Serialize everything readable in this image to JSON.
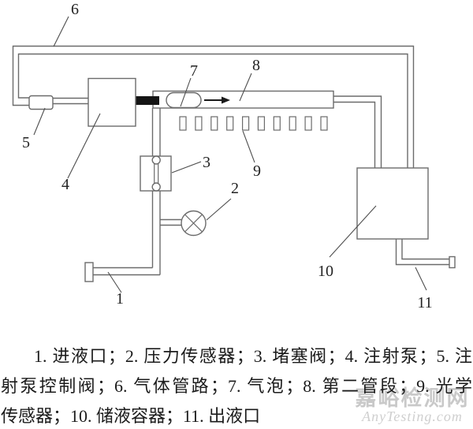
{
  "figure": {
    "labels": [
      "1",
      "2",
      "3",
      "4",
      "5",
      "6",
      "7",
      "8",
      "9",
      "10",
      "11"
    ],
    "colors": {
      "line": "#6b6b6b",
      "label_text": "#222222",
      "plunger_black": "#151515",
      "arrow": "#1a1a1a",
      "background": "#ffffff"
    }
  },
  "caption": {
    "line1": "1. 进液口；2. 压力传感器；3. 堵塞阀；4. 注射泵；5. 注",
    "line2": "射泵控制阀；6. 气体管路；7. 气泡；8. 第二管段；9. 光学",
    "line3": "传感器；10. 储液容器；11. 出液口"
  },
  "legend": [
    {
      "num": "1",
      "name": "进液口"
    },
    {
      "num": "2",
      "name": "压力传感器"
    },
    {
      "num": "3",
      "name": "堵塞阀"
    },
    {
      "num": "4",
      "name": "注射泵"
    },
    {
      "num": "5",
      "name": "注射泵控制阀"
    },
    {
      "num": "6",
      "name": "气体管路"
    },
    {
      "num": "7",
      "name": "气泡"
    },
    {
      "num": "8",
      "name": "第二管段"
    },
    {
      "num": "9",
      "name": "光学传感器"
    },
    {
      "num": "10",
      "name": "储液容器"
    },
    {
      "num": "11",
      "name": "出液口"
    }
  ],
  "watermark": {
    "cn": "嘉峪检测网",
    "en": "AnyTesting.com",
    "color": "#c9c9c9"
  }
}
